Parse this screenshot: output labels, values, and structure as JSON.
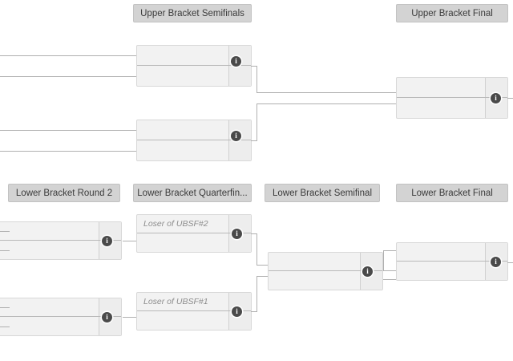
{
  "page": {
    "title": "Tournament Bracket",
    "background_color": "#ffffff",
    "line_color": "#b0b0b0",
    "header_bg": "#d3d3d3",
    "match_bg": "#f2f2f2",
    "info_icon_color": "#4a4a4a",
    "placeholder_text_color": "#8d8d8d"
  },
  "icons": {
    "info": "i"
  },
  "rounds": [
    {
      "id": "upper-bracket-semifinals",
      "label": "Upper Bracket Semifinals"
    },
    {
      "id": "upper-bracket-final",
      "label": "Upper Bracket Final"
    },
    {
      "id": "lower-bracket-round-2",
      "label": "Lower Bracket Round 2"
    },
    {
      "id": "lower-bracket-quarterfinals",
      "label": "Lower Bracket Quarterfin..."
    },
    {
      "id": "lower-bracket-semifinal",
      "label": "Lower Bracket Semifinal"
    },
    {
      "id": "lower-bracket-final",
      "label": "Lower Bracket Final"
    }
  ],
  "matches": [
    {
      "id": "ubsf-1",
      "round": "upper-bracket-semifinals",
      "top": {
        "team": "",
        "score": ""
      },
      "bottom": {
        "team": "",
        "score": ""
      }
    },
    {
      "id": "ubsf-2",
      "round": "upper-bracket-semifinals",
      "top": {
        "team": "",
        "score": ""
      },
      "bottom": {
        "team": "",
        "score": ""
      }
    },
    {
      "id": "ubf-1",
      "round": "upper-bracket-final",
      "top": {
        "team": "",
        "score": ""
      },
      "bottom": {
        "team": "",
        "score": ""
      }
    },
    {
      "id": "lbr2-1",
      "round": "lower-bracket-round-2",
      "top": {
        "team": "",
        "score": ""
      },
      "bottom": {
        "team": "",
        "score": ""
      }
    },
    {
      "id": "lbr2-2",
      "round": "lower-bracket-round-2",
      "top": {
        "team": "",
        "score": ""
      },
      "bottom": {
        "team": "",
        "score": ""
      }
    },
    {
      "id": "lbqf-1",
      "round": "lower-bracket-quarterfinals",
      "top": {
        "team": "Loser of UBSF#2",
        "score": ""
      },
      "bottom": {
        "team": "",
        "score": ""
      }
    },
    {
      "id": "lbqf-2",
      "round": "lower-bracket-quarterfinals",
      "top": {
        "team": "Loser of UBSF#1",
        "score": ""
      },
      "bottom": {
        "team": "",
        "score": ""
      }
    },
    {
      "id": "lbsf-1",
      "round": "lower-bracket-semifinal",
      "top": {
        "team": "",
        "score": ""
      },
      "bottom": {
        "team": "",
        "score": ""
      }
    },
    {
      "id": "lbf-1",
      "round": "lower-bracket-final",
      "top": {
        "team": "",
        "score": ""
      },
      "bottom": {
        "team": "",
        "score": ""
      }
    }
  ]
}
